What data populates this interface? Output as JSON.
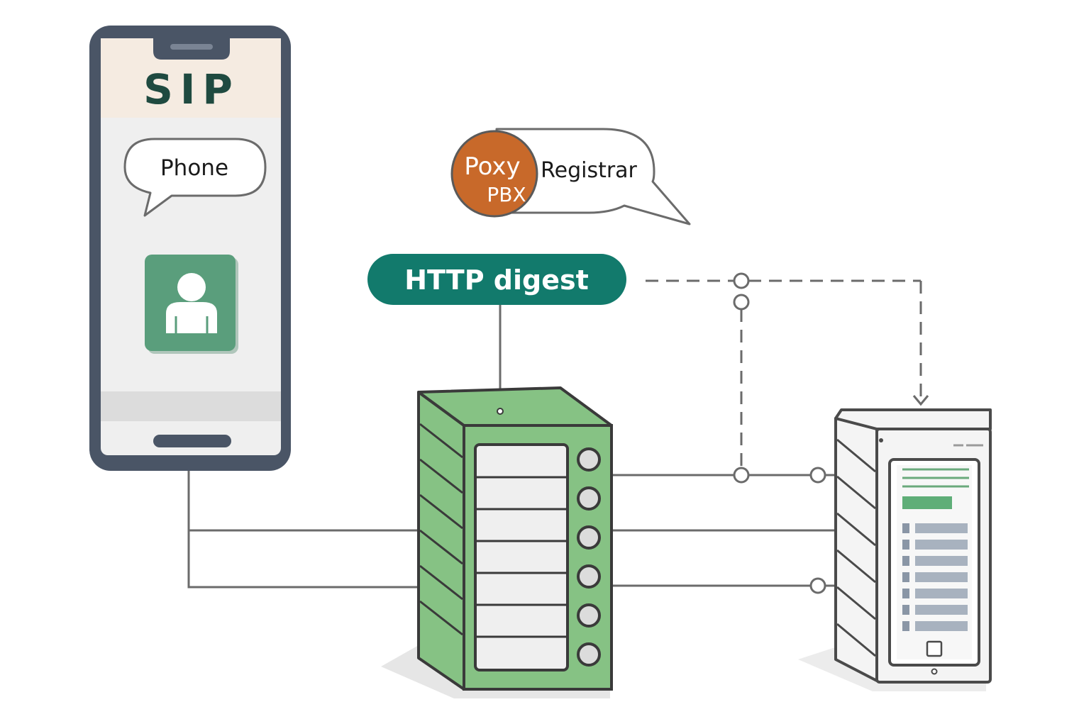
{
  "phone": {
    "header_label": "SIP",
    "bubble_label": "Phone"
  },
  "proxy": {
    "badge_line1": "Poxy",
    "badge_line2": "PBX",
    "bubble_label": "Registrar"
  },
  "auth": {
    "label": "HTTP digest"
  },
  "icons": {
    "phone": "smartphone-icon",
    "user": "user-avatar-icon",
    "server": "server-rack-icon",
    "terminal": "client-terminal-icon"
  },
  "colors": {
    "outline": "#4a5566",
    "line": "#6b6b6b",
    "teal": "#127a6c",
    "orange": "#c8692a",
    "server_green": "#86c284",
    "avatar_green": "#5a9e7c",
    "header_cream": "#f5ebe1"
  }
}
